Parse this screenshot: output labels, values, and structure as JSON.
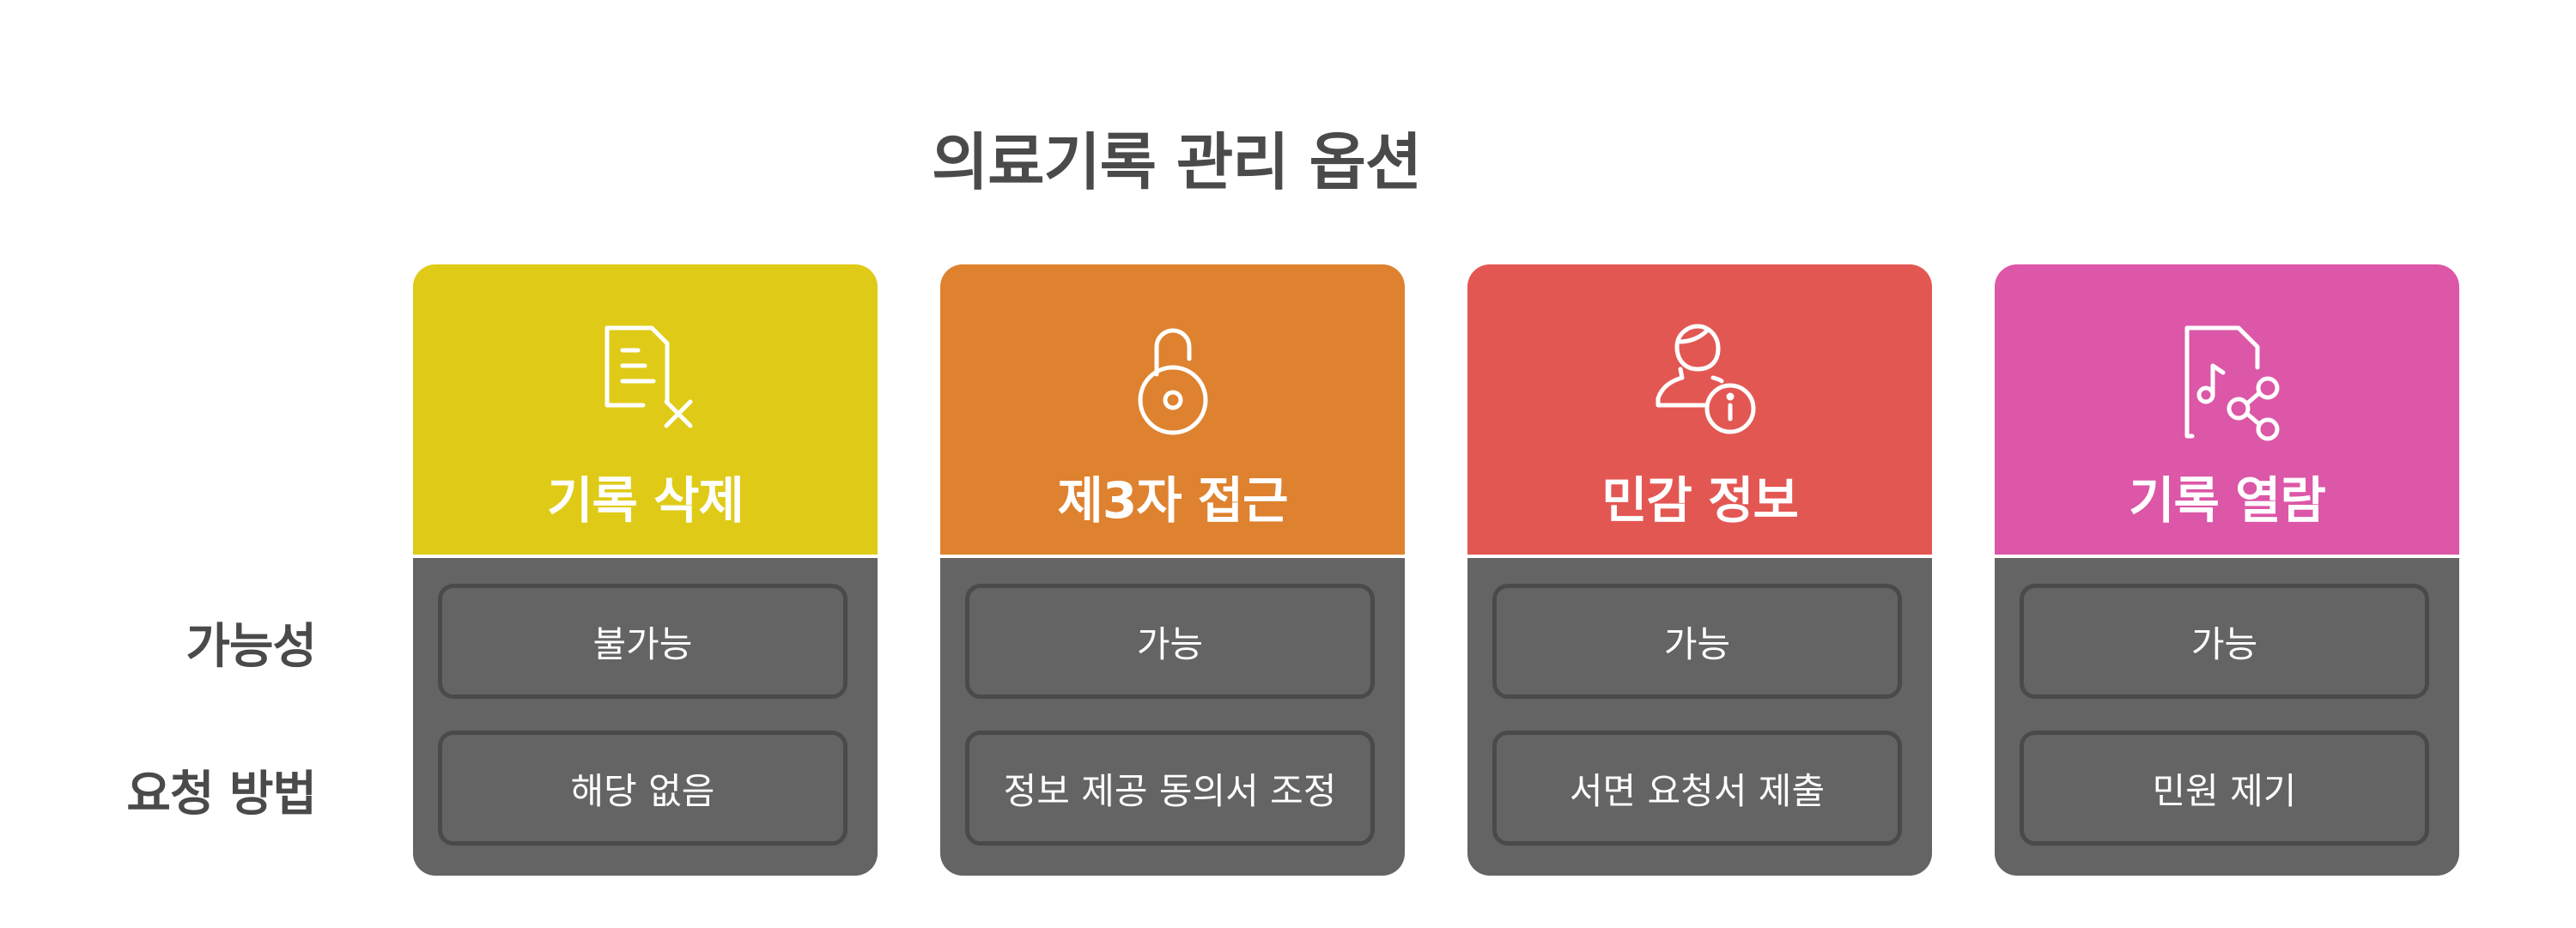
{
  "title": "의료기록 관리 옵션",
  "row_labels": {
    "availability": "가능성",
    "request_method": "요청 방법"
  },
  "cards": [
    {
      "title": "기록 삭제",
      "color": "#dfcb17",
      "icon": "document-x-icon",
      "availability": "불가능",
      "request_method": "해당 없음"
    },
    {
      "title": "제3자 접근",
      "color": "#de8230",
      "icon": "unlocked-padlock-icon",
      "availability": "가능",
      "request_method": "정보 제공 동의서 조정"
    },
    {
      "title": "민감 정보",
      "color": "#e35753",
      "icon": "user-info-icon",
      "availability": "가능",
      "request_method": "서면 요청서 제출"
    },
    {
      "title": "기록 열람",
      "color": "#dc57a7",
      "icon": "file-share-icon",
      "availability": "가능",
      "request_method": "민원 제기"
    }
  ],
  "colors": {
    "title_text": "#4a4a4a",
    "body": "#646464",
    "cell_border": "#4a4a4a"
  }
}
